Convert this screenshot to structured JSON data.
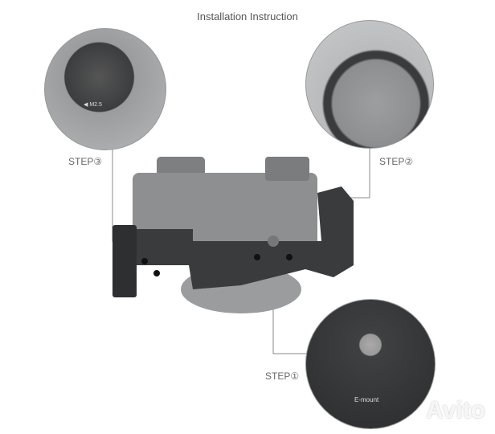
{
  "title": "Installation Instruction",
  "steps": {
    "step1": "STEP①",
    "step2": "STEP②",
    "step3": "STEP③"
  },
  "detail_labels": {
    "screw": "◀ M2.5",
    "mount": "E-mount"
  },
  "watermark": "Avito",
  "colors": {
    "cage": "#3a3b3d",
    "camera": "#8a8c8e",
    "leader_line": "#888888",
    "text": "#666666"
  }
}
